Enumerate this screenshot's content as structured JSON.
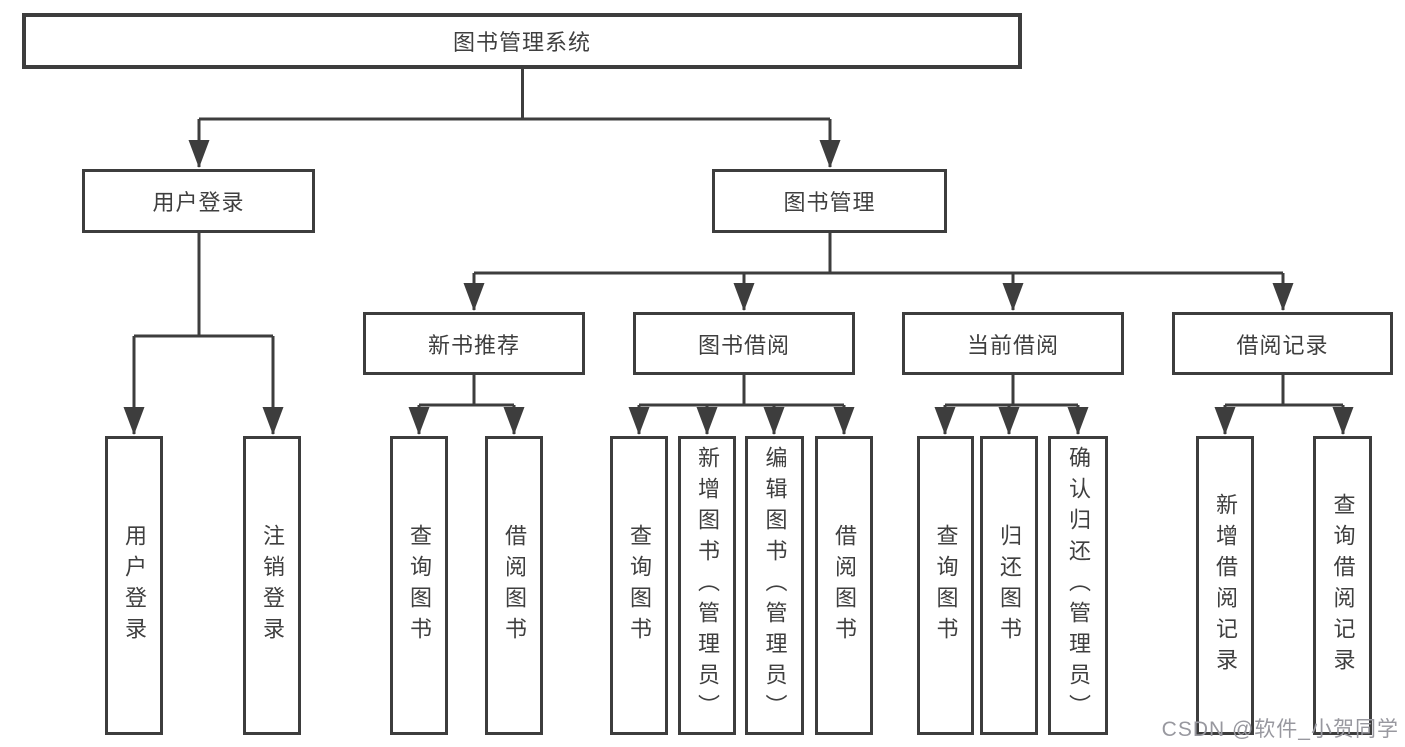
{
  "diagram": {
    "root": {
      "label": "图书管理系统"
    },
    "level2": [
      {
        "label": "用户登录"
      },
      {
        "label": "图书管理"
      }
    ],
    "level3": [
      {
        "label": "新书推荐"
      },
      {
        "label": "图书借阅"
      },
      {
        "label": "当前借阅"
      },
      {
        "label": "借阅记录"
      }
    ],
    "leaves": [
      {
        "label": "用户登录"
      },
      {
        "label": "注销登录"
      },
      {
        "label": "查询图书"
      },
      {
        "label": "借阅图书"
      },
      {
        "label": "查询图书"
      },
      {
        "label": "新增图书（管理员）"
      },
      {
        "label": "编辑图书（管理员）"
      },
      {
        "label": "借阅图书"
      },
      {
        "label": "查询图书"
      },
      {
        "label": "归还图书"
      },
      {
        "label": "确认归还（管理员）"
      },
      {
        "label": "新增借阅记录"
      },
      {
        "label": "查询借阅记录"
      }
    ],
    "colors": {
      "line": "#3d3d3d",
      "text": "#3f3f3f",
      "background": "#ffffff",
      "watermark": "#98989f"
    }
  },
  "watermark": {
    "text": "CSDN @软件_小贺同学"
  }
}
